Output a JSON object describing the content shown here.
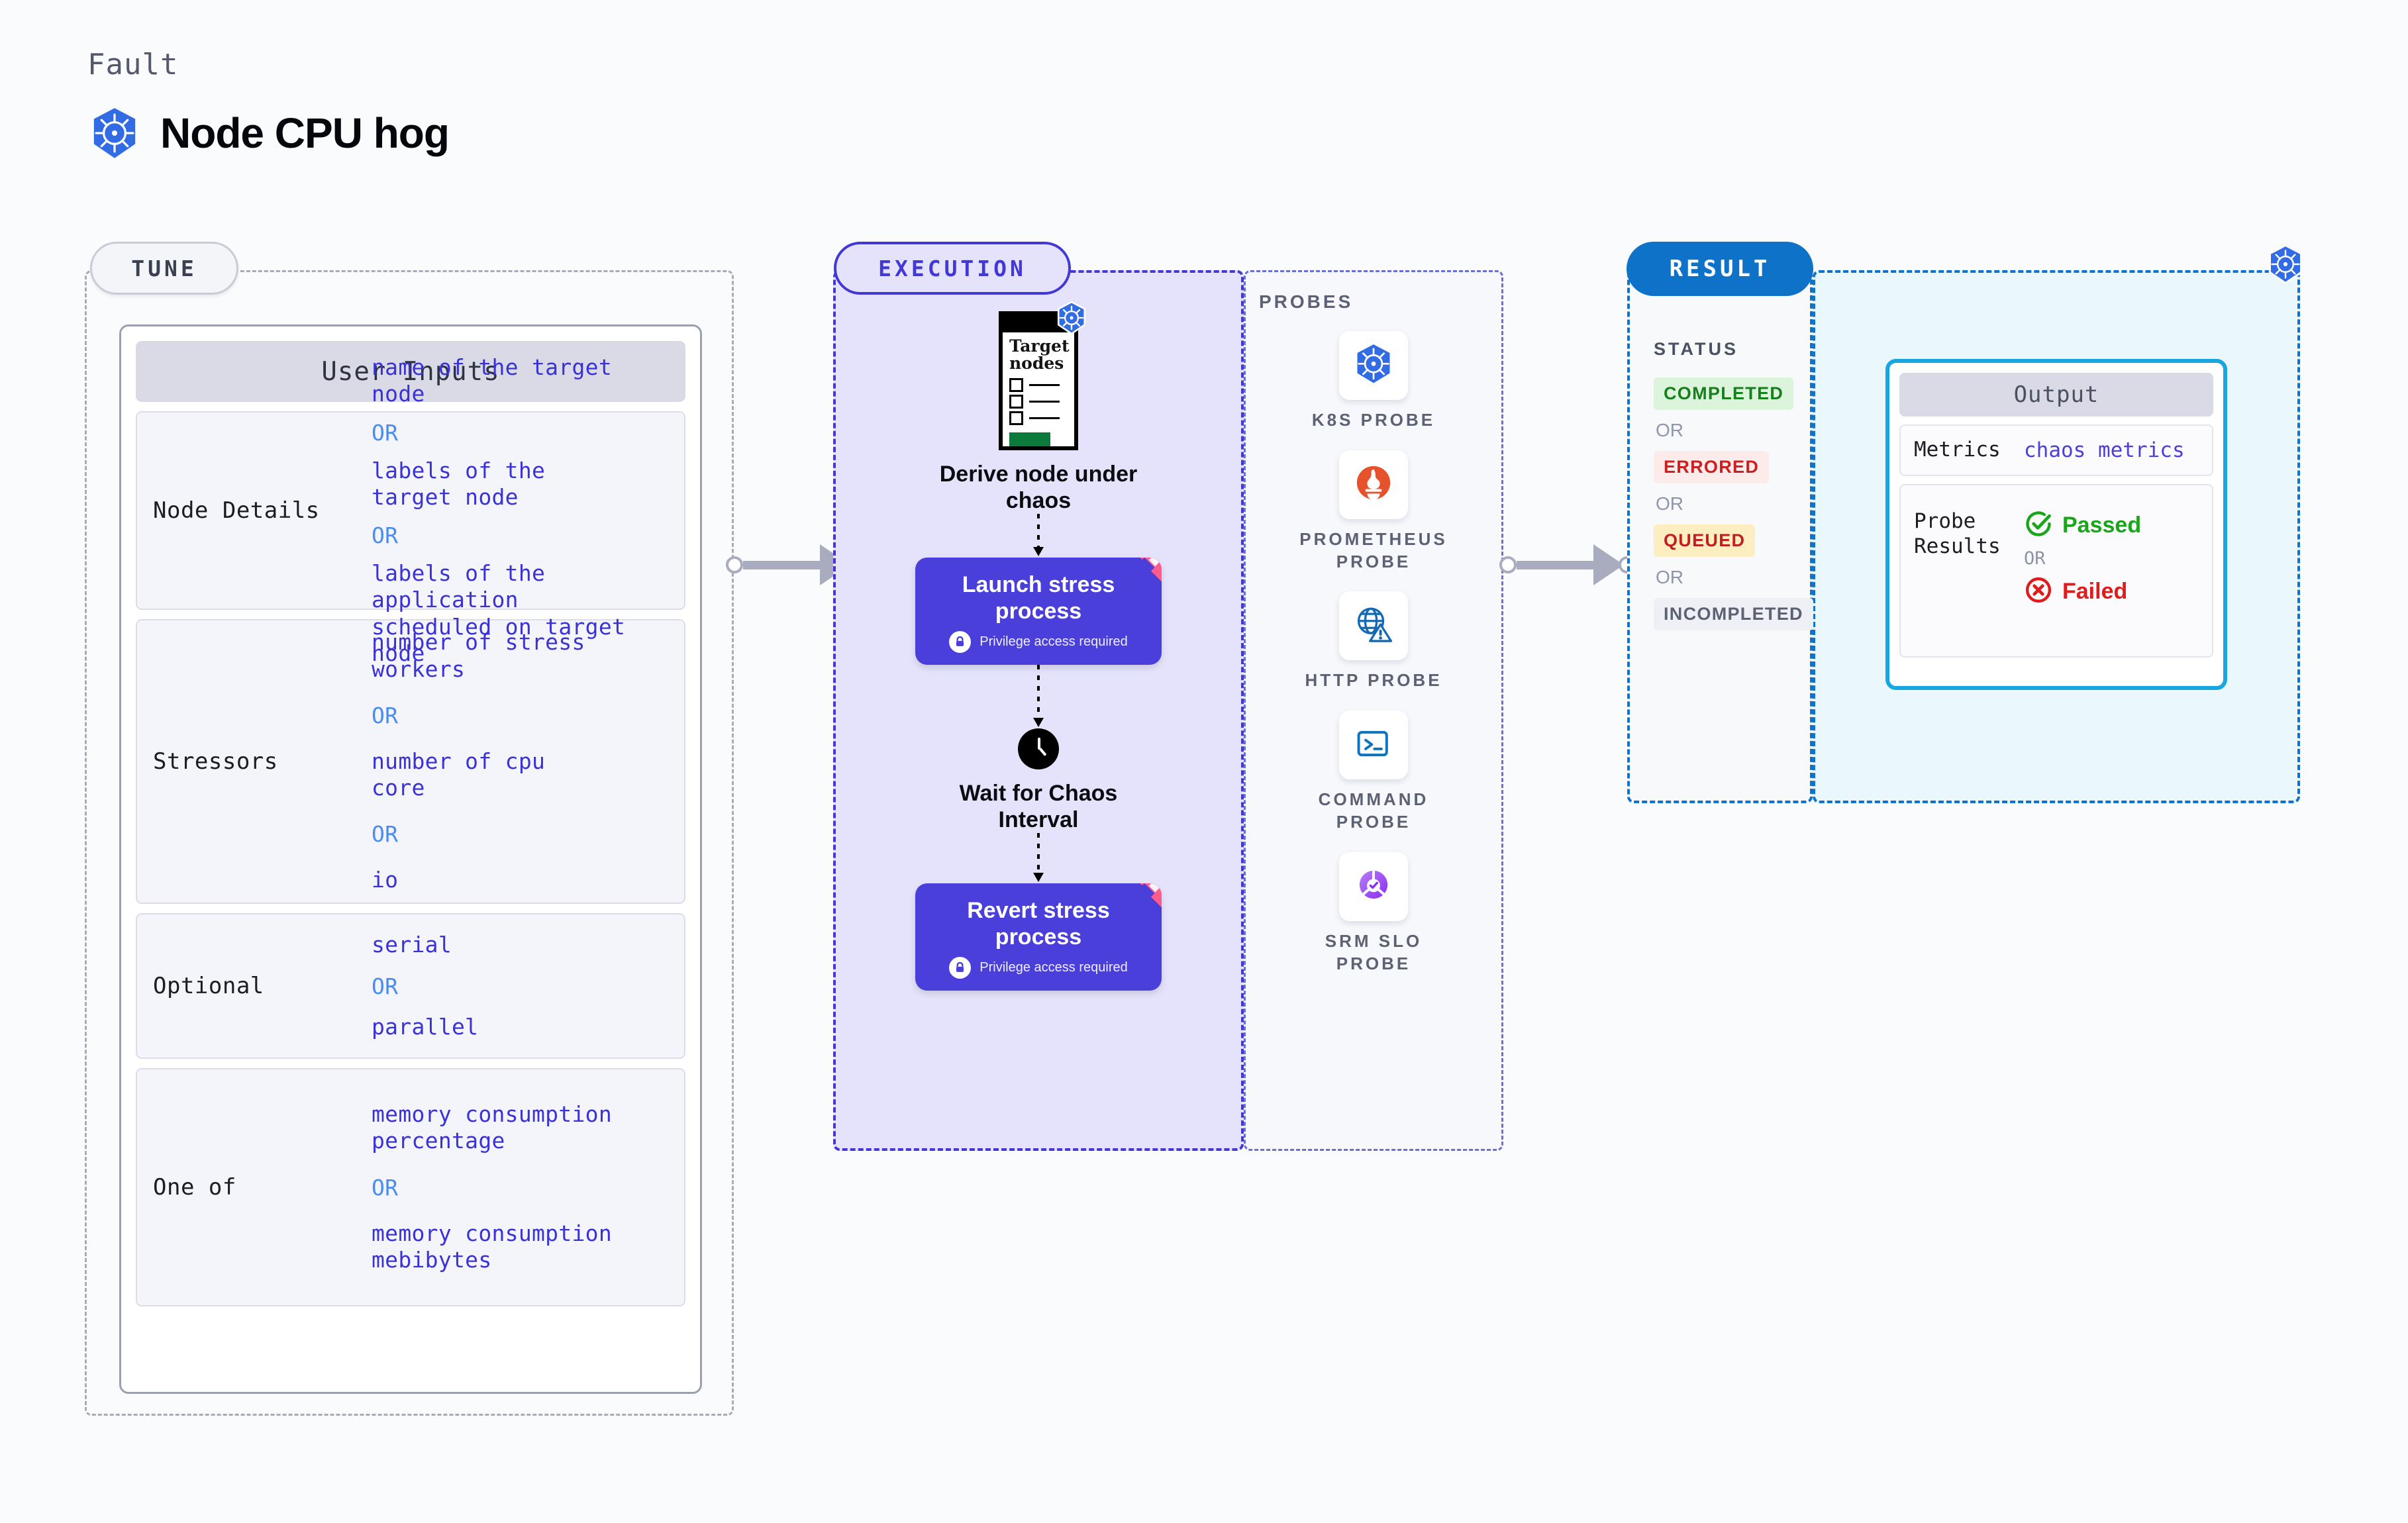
{
  "header": {
    "eyebrow": "Fault",
    "title": "Node CPU hog",
    "icon": "kubernetes-icon"
  },
  "tune": {
    "pill_label": "TUNE",
    "card_title": "User Inputs",
    "rows": [
      {
        "label": "Node Details",
        "values": [
          "name of the target\nnode",
          "labels of the\ntarget node",
          "labels of the application\n scheduled on target node"
        ],
        "or_label": "OR"
      },
      {
        "label": "Stressors",
        "values": [
          "number of stress\nworkers",
          "number of cpu\ncore",
          "io"
        ],
        "or_label": "OR"
      },
      {
        "label": "Optional",
        "values": [
          "serial",
          "parallel"
        ],
        "or_label": "OR"
      },
      {
        "label": "One of",
        "values": [
          "memory consumption\npercentage",
          "memory consumption\nmebibytes"
        ],
        "or_label": "OR"
      }
    ]
  },
  "execution": {
    "pill_label": "EXECUTION",
    "steps": [
      {
        "label": "Derive node under\nchaos",
        "kind": "node-card",
        "card_title": "Target\nnodes",
        "badge": "kubernetes-icon"
      },
      {
        "label": "Launch stress\nprocess",
        "kind": "action",
        "note": "Privilege access required",
        "note_icon": "lock-icon",
        "corner_icon": "litmus-chaos-icon"
      },
      {
        "label": "Wait for Chaos\nInterval",
        "kind": "clock",
        "icon": "clock-icon"
      },
      {
        "label": "Revert stress\nprocess",
        "kind": "action",
        "note": "Privilege access required",
        "note_icon": "lock-icon",
        "corner_icon": "litmus-chaos-icon"
      }
    ]
  },
  "probes": {
    "title": "PROBES",
    "items": [
      {
        "name": "K8S  PROBE",
        "icon": "kubernetes-icon"
      },
      {
        "name": "PROMETHEUS\nPROBE",
        "icon": "prometheus-icon"
      },
      {
        "name": "HTTP  PROBE",
        "icon": "globe-warning-icon"
      },
      {
        "name": "COMMAND\nPROBE",
        "icon": "terminal-icon"
      },
      {
        "name": "SRM  SLO\nPROBE",
        "icon": "srm-slo-icon"
      }
    ]
  },
  "result": {
    "pill_label": "RESULT",
    "status_title": "STATUS",
    "or_label": "OR",
    "statuses": [
      {
        "label": "COMPLETED",
        "bg": "#dcf3dc",
        "fg": "#16801d"
      },
      {
        "label": "ERRORED",
        "bg": "#fdeaea",
        "fg": "#cc1f1f"
      },
      {
        "label": "QUEUED",
        "bg": "#fdeec2",
        "fg": "#c11e1e"
      },
      {
        "label": "INCOMPLETED",
        "bg": "#eef0f5",
        "fg": "#5c6174"
      }
    ]
  },
  "output": {
    "card_title": "Output",
    "corner_icon": "kubernetes-icon",
    "metrics": {
      "label": "Metrics",
      "value": "chaos metrics"
    },
    "probe_results": {
      "label": "Probe\nResults",
      "or_label": "OR",
      "passed": {
        "label": "Passed",
        "color": "#1ba51b",
        "icon": "check-circle-icon"
      },
      "failed": {
        "label": "Failed",
        "color": "#e01b1b",
        "icon": "x-circle-icon"
      }
    }
  },
  "colors": {
    "accent_purple": "#4a3fdb",
    "accent_blue": "#0e72c8",
    "accent_cyan": "#17a6e0",
    "k8s_blue": "#326ce5",
    "chaos_pink": "#ff5c8d"
  }
}
